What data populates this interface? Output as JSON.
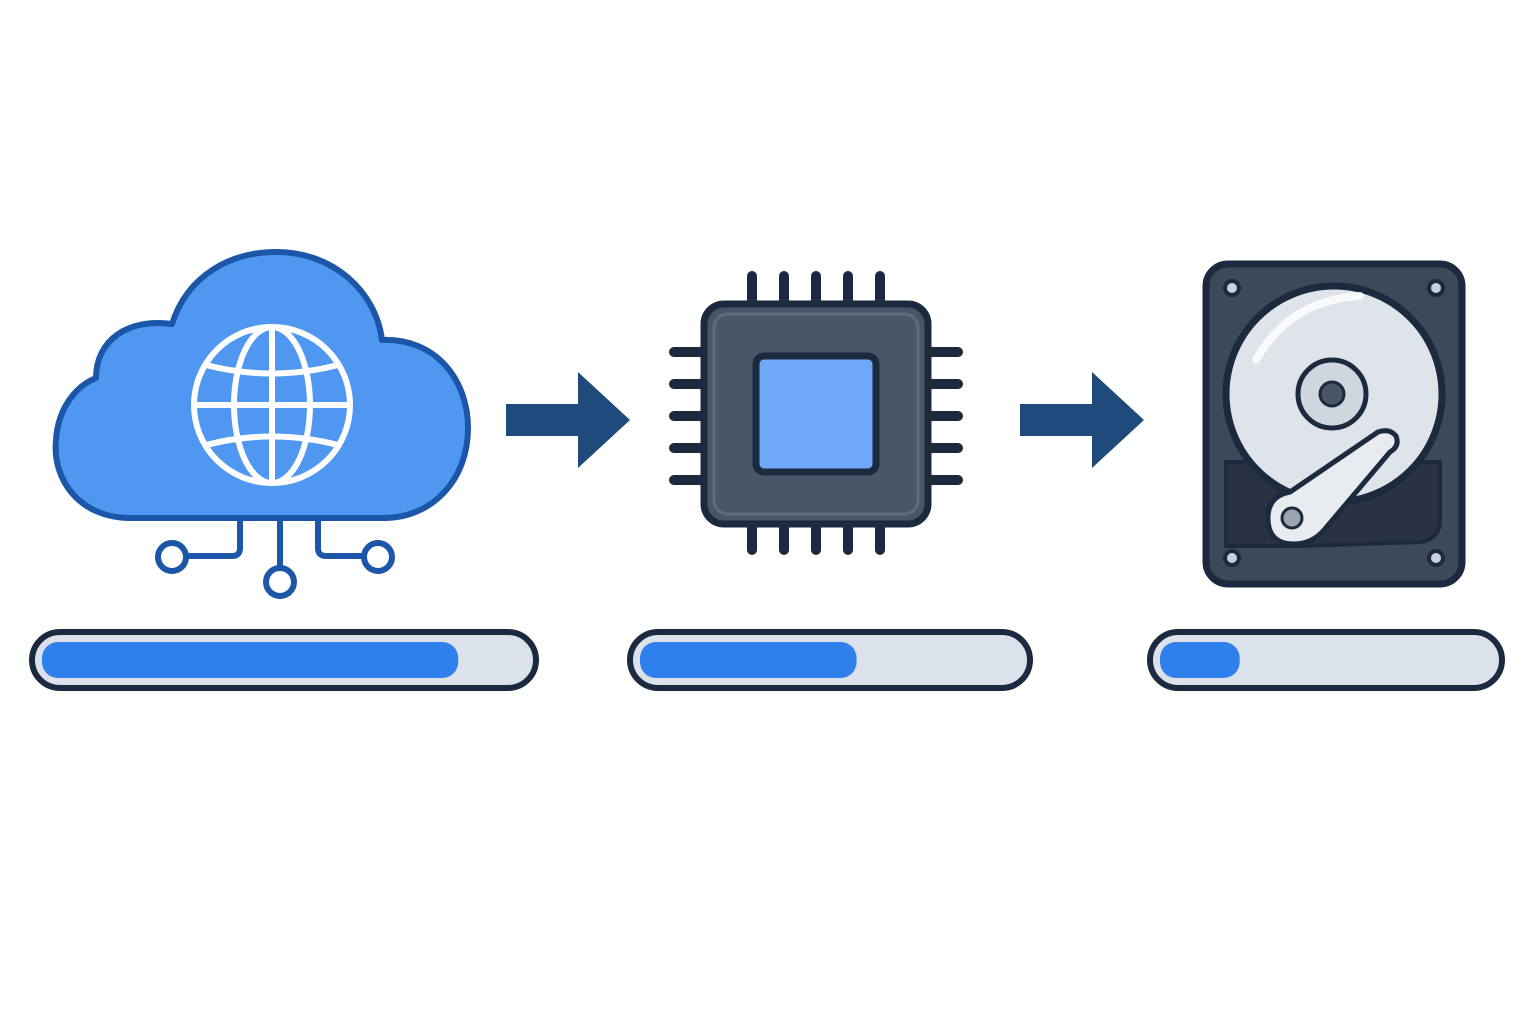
{
  "pipeline": {
    "stages": [
      {
        "icon": "cloud-network-icon",
        "progress": 0.86
      },
      {
        "icon": "cpu-chip-icon",
        "progress": 0.57
      },
      {
        "icon": "hard-drive-icon",
        "progress": 0.24
      }
    ],
    "connectors": [
      {
        "icon": "arrow-right-icon"
      },
      {
        "icon": "arrow-right-icon"
      }
    ]
  },
  "colors": {
    "outline": "#1c2a3f",
    "accent_dark": "#1f4a7c",
    "cloud_fill": "#4f97f0",
    "cloud_stroke": "#1b56a8",
    "chip_body": "#4a5568",
    "chip_die": "#6ea8f7",
    "drive_body": "#3d4858",
    "platter": "#dfe3ea",
    "track": "#dbe2ec",
    "bar_fill": "#2f80ed"
  }
}
